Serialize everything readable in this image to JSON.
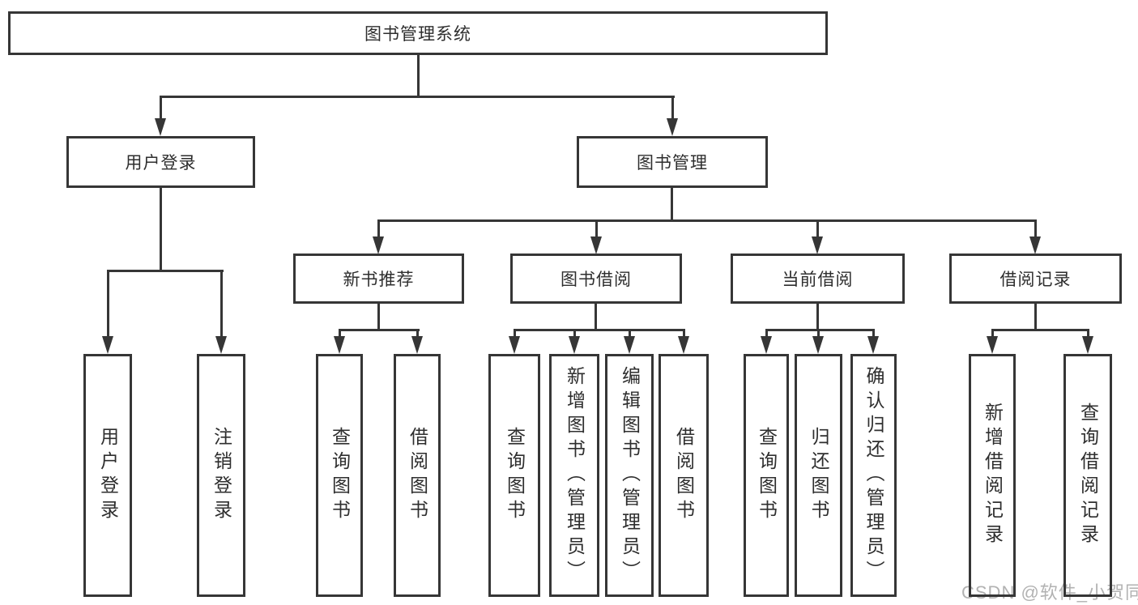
{
  "colors": {
    "line": "#363636",
    "border": "#363636",
    "text": "#2e2e2e",
    "box_background": "#ffffff",
    "page_background": "#ffffff",
    "watermark_text": "#b2b2b2"
  },
  "watermark": {
    "text": "CSDN @软件_小贺同学"
  },
  "tree": {
    "root": {
      "label": "图书管理系统",
      "children": [
        {
          "label": "用户登录",
          "children": [
            {
              "label": "用户登录"
            },
            {
              "label": "注销登录"
            }
          ]
        },
        {
          "label": "图书管理",
          "children": [
            {
              "label": "新书推荐",
              "children": [
                {
                  "label": "查询图书"
                },
                {
                  "label": "借阅图书"
                }
              ]
            },
            {
              "label": "图书借阅",
              "children": [
                {
                  "label": "查询图书"
                },
                {
                  "label": "新增图书（管理员）"
                },
                {
                  "label": "编辑图书（管理员）"
                },
                {
                  "label": "借阅图书"
                }
              ]
            },
            {
              "label": "当前借阅",
              "children": [
                {
                  "label": "查询图书"
                },
                {
                  "label": "归还图书"
                },
                {
                  "label": "确认归还（管理员）"
                }
              ]
            },
            {
              "label": "借阅记录",
              "children": [
                {
                  "label": "新增借阅记录"
                },
                {
                  "label": "查询借阅记录"
                }
              ]
            }
          ]
        }
      ]
    }
  }
}
